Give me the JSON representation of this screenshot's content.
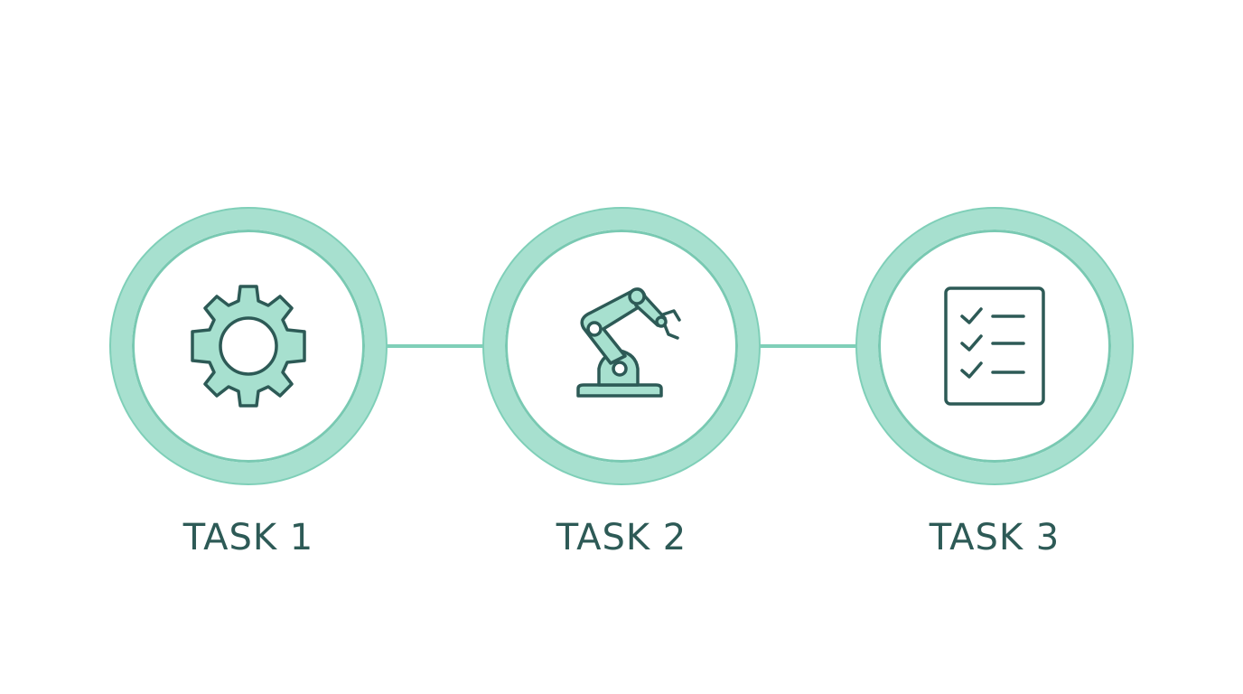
{
  "diagram": {
    "type": "process-flow",
    "colors": {
      "ring": "#a7e0cf",
      "ring_edge": "#79c9b2",
      "icon_fill": "#a7e0cf",
      "icon_stroke": "#2d5a56",
      "label": "#2d5a56",
      "connector": "#7fcfb8"
    },
    "steps": [
      {
        "label": "TASK 1",
        "icon": "gear-icon"
      },
      {
        "label": "TASK 2",
        "icon": "robot-arm-icon"
      },
      {
        "label": "TASK 3",
        "icon": "checklist-icon"
      }
    ]
  }
}
